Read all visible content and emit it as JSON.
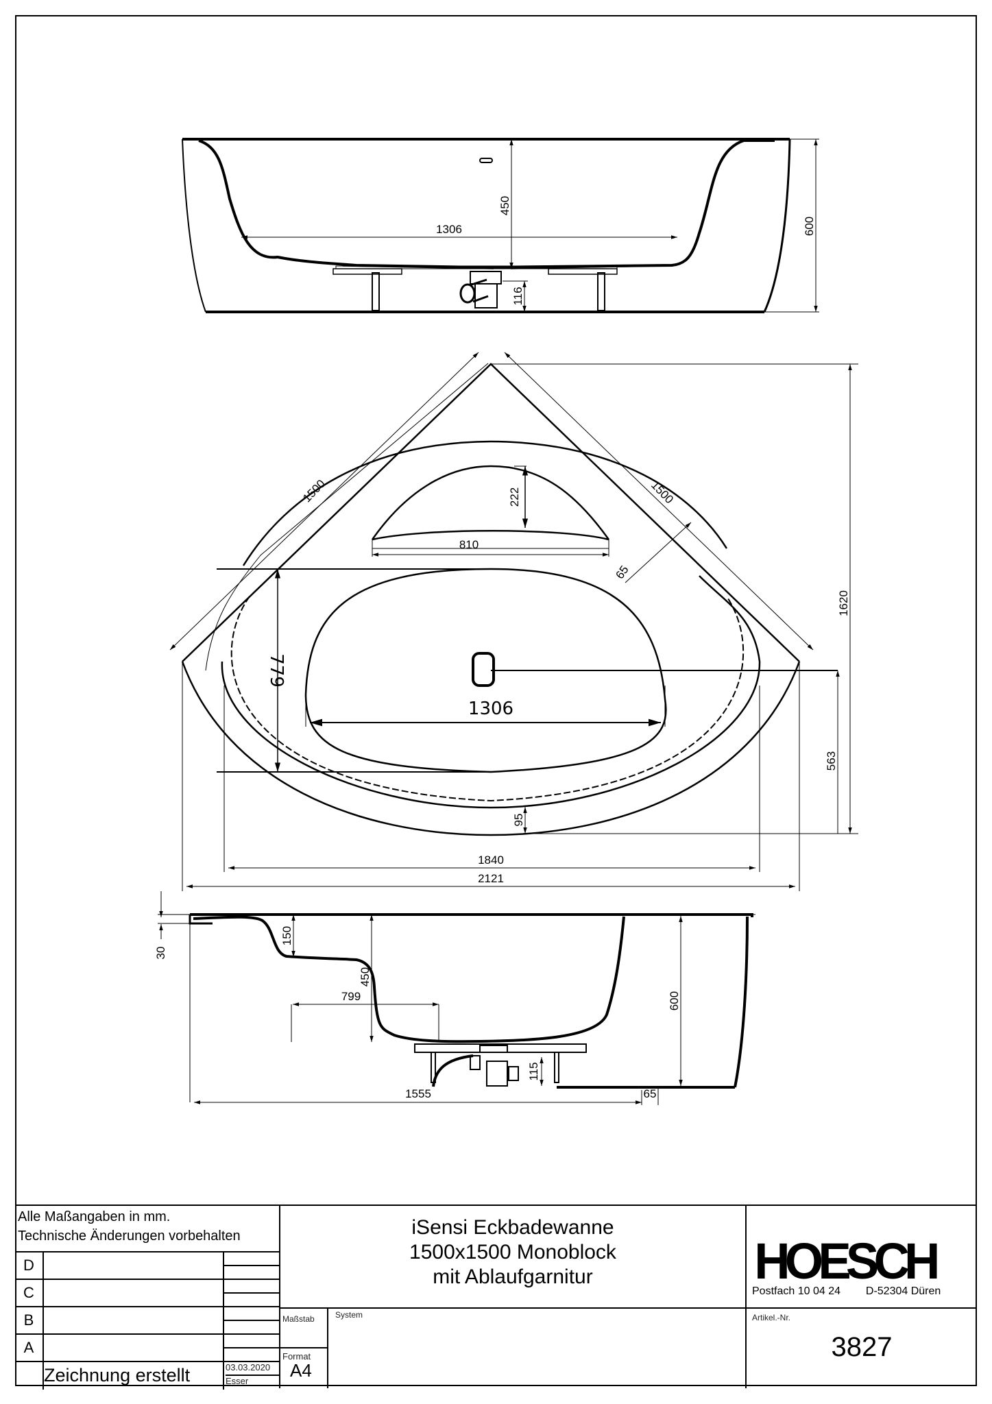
{
  "drawing": {
    "type": "technical-drawing",
    "subject": "corner bathtub",
    "views": [
      {
        "name": "front-elevation",
        "dimensions": {
          "inner_length": "1306",
          "depth": "450",
          "height": "600",
          "drain_height": "116"
        }
      },
      {
        "name": "plan-view",
        "dimensions": {
          "side_left": "1500",
          "side_right": "1500",
          "backrest_depth": "222",
          "backrest_width": "810",
          "rim_width": "65",
          "basin_width": "779",
          "basin_length": "1306",
          "total_depth": "1620",
          "front_depth": "563",
          "front_overhang": "95",
          "inner_width": "1840",
          "overall_width": "2121"
        }
      },
      {
        "name": "side-elevation",
        "dimensions": {
          "rim_offset": "30",
          "seat_depth": "150",
          "depth": "450",
          "floor_length": "799",
          "height": "600",
          "drain_height": "115",
          "length": "1555",
          "wall_offset": "65"
        }
      }
    ]
  },
  "title_block": {
    "notes": [
      "Alle Maßangaben in mm.",
      "Technische Änderungen vorbehalten"
    ],
    "revisions": [
      "D",
      "C",
      "B",
      "A"
    ],
    "created_label": "Zeichnung erstellt",
    "created_date": "03.03.2020",
    "created_by": "Esser",
    "scale_label": "Maßstab",
    "format_label": "Format",
    "format_value": "A4",
    "system_label": "System",
    "title_lines": [
      "iSensi Eckbadewanne",
      "1500x1500 Monoblock",
      "mit Ablaufgarnitur"
    ],
    "company": {
      "logo": "HOESCH",
      "postbox": "Postfach 10 04 24",
      "city": "D-52304 Düren"
    },
    "article_label": "Artikel.-Nr.",
    "article_number": "3827"
  }
}
